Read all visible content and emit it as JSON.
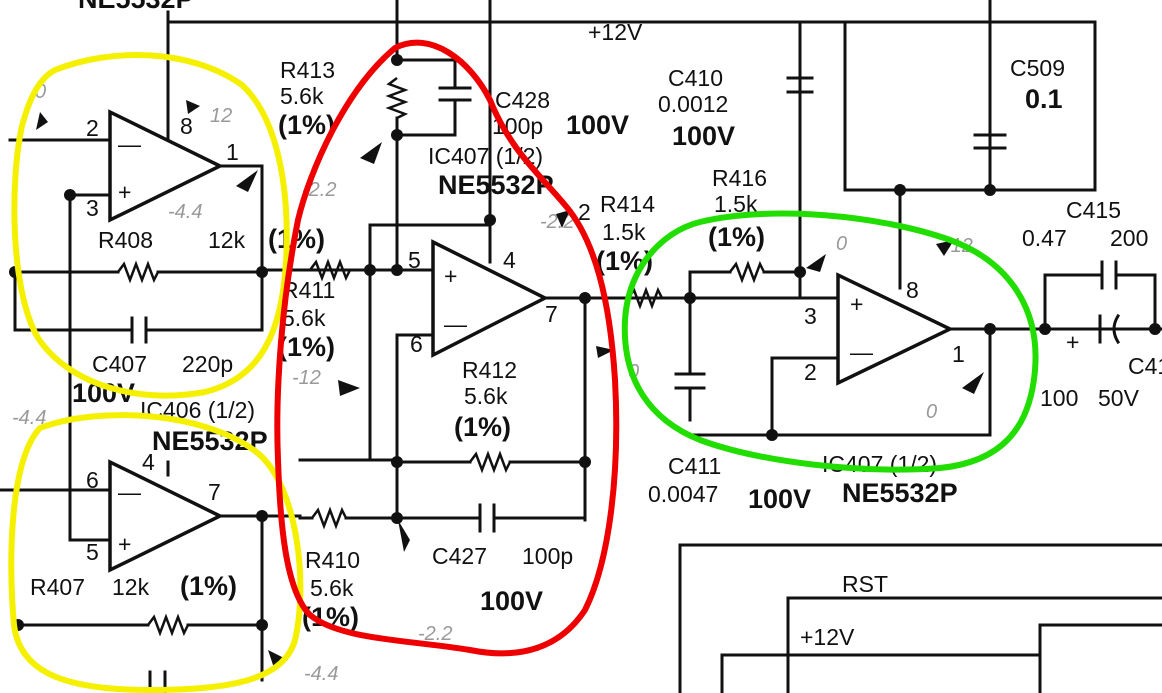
{
  "schematic": {
    "top_cut_text": "NE5532P",
    "supply_top": "+12V",
    "ic406a": {
      "part": "",
      "pins": {
        "inv": "2",
        "noninv": "3",
        "vplus": "8",
        "out": "1"
      },
      "probe_value": "12"
    },
    "ic406b": {
      "part": "IC406 (1/2)",
      "part_name": "NE5532P",
      "prefix": "100V",
      "pins": {
        "inv": "6",
        "noninv": "5",
        "vminus": "4",
        "out": "7"
      }
    },
    "ic407a": {
      "part": "IC407 (1/2)",
      "part_name": "NE5532P",
      "pins": {
        "noninv": "5",
        "inv": "6",
        "vminus": "4",
        "out": "7"
      },
      "note": "2"
    },
    "ic407b": {
      "part": "IC407 (1/2)",
      "part_name": "NE5532P",
      "pins": {
        "noninv": "3",
        "inv": "2",
        "vplus": "8",
        "out": "1"
      }
    },
    "components": {
      "r413": {
        "ref": "R413",
        "value": "5.6k",
        "tol": "(1%)"
      },
      "c428": {
        "ref": "C428",
        "value": "100p",
        "rating": "100V"
      },
      "r408": {
        "ref": "R408",
        "value": "12k",
        "tol": "(1%)"
      },
      "c407": {
        "ref": "C407",
        "value": "220p"
      },
      "r411": {
        "ref": "R411",
        "value": "5.6k",
        "tol": "(1%)"
      },
      "r412": {
        "ref": "R412",
        "value": "5.6k",
        "tol": "(1%)"
      },
      "c427": {
        "ref": "C427",
        "value": "100p",
        "rating": "100V"
      },
      "r410": {
        "ref": "R410",
        "value": "5.6k",
        "tol": "(1%)"
      },
      "r407": {
        "ref": "R407",
        "value": "12k",
        "tol": "(1%)"
      },
      "r414": {
        "ref": "R414",
        "value": "1.5k",
        "tol": "(1%)"
      },
      "r416": {
        "ref": "R416",
        "value": "1.5k",
        "tol": "(1%)"
      },
      "c410": {
        "ref": "C410",
        "value": "0.0012",
        "rating": "100V"
      },
      "c411": {
        "ref": "C411",
        "value": "0.0047",
        "rating": "100V"
      },
      "c509": {
        "ref": "C509",
        "value": "0.1"
      },
      "c415": {
        "ref": "C415",
        "value": "0.47",
        "rating": "200"
      },
      "c41x": {
        "ref": "C41",
        "value": "100",
        "rating": "50V"
      }
    },
    "rst_block": {
      "label": "RST",
      "supply": "+12V"
    },
    "probe_marks": {
      "a": "0",
      "b": "-2.2",
      "c": "-4.4",
      "d": "-12",
      "e": "0",
      "f": "0",
      "g": "-12",
      "h": "-2.2",
      "i": "-4.4",
      "j": "0",
      "k": "-2.2",
      "l": "-4.4"
    },
    "highlights": [
      {
        "color": "#f5f000"
      },
      {
        "color": "#f5f000"
      },
      {
        "color": "#ee0000"
      },
      {
        "color": "#22dd00"
      }
    ]
  }
}
